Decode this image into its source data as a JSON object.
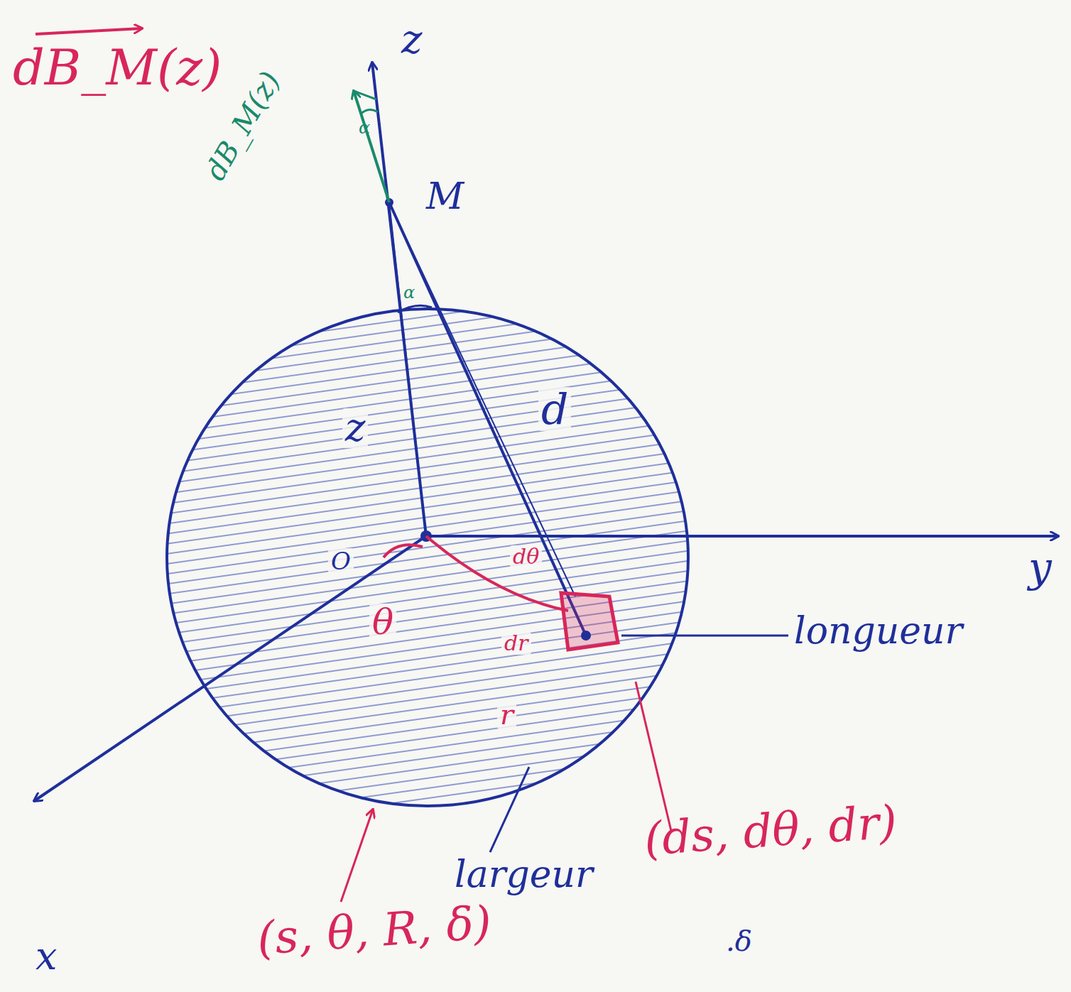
{
  "diagram": {
    "labels": [
      "dB_M(z)",
      "dB_M(z)",
      "α",
      "z",
      "M",
      "α",
      "z",
      "d",
      "O",
      "y",
      "x",
      "θ",
      "dθ",
      "dr",
      "r",
      "longueur",
      "largeur",
      "(ds, dθ, dr)",
      "(s, θ, R, δ)",
      ".δ"
    ]
  }
}
